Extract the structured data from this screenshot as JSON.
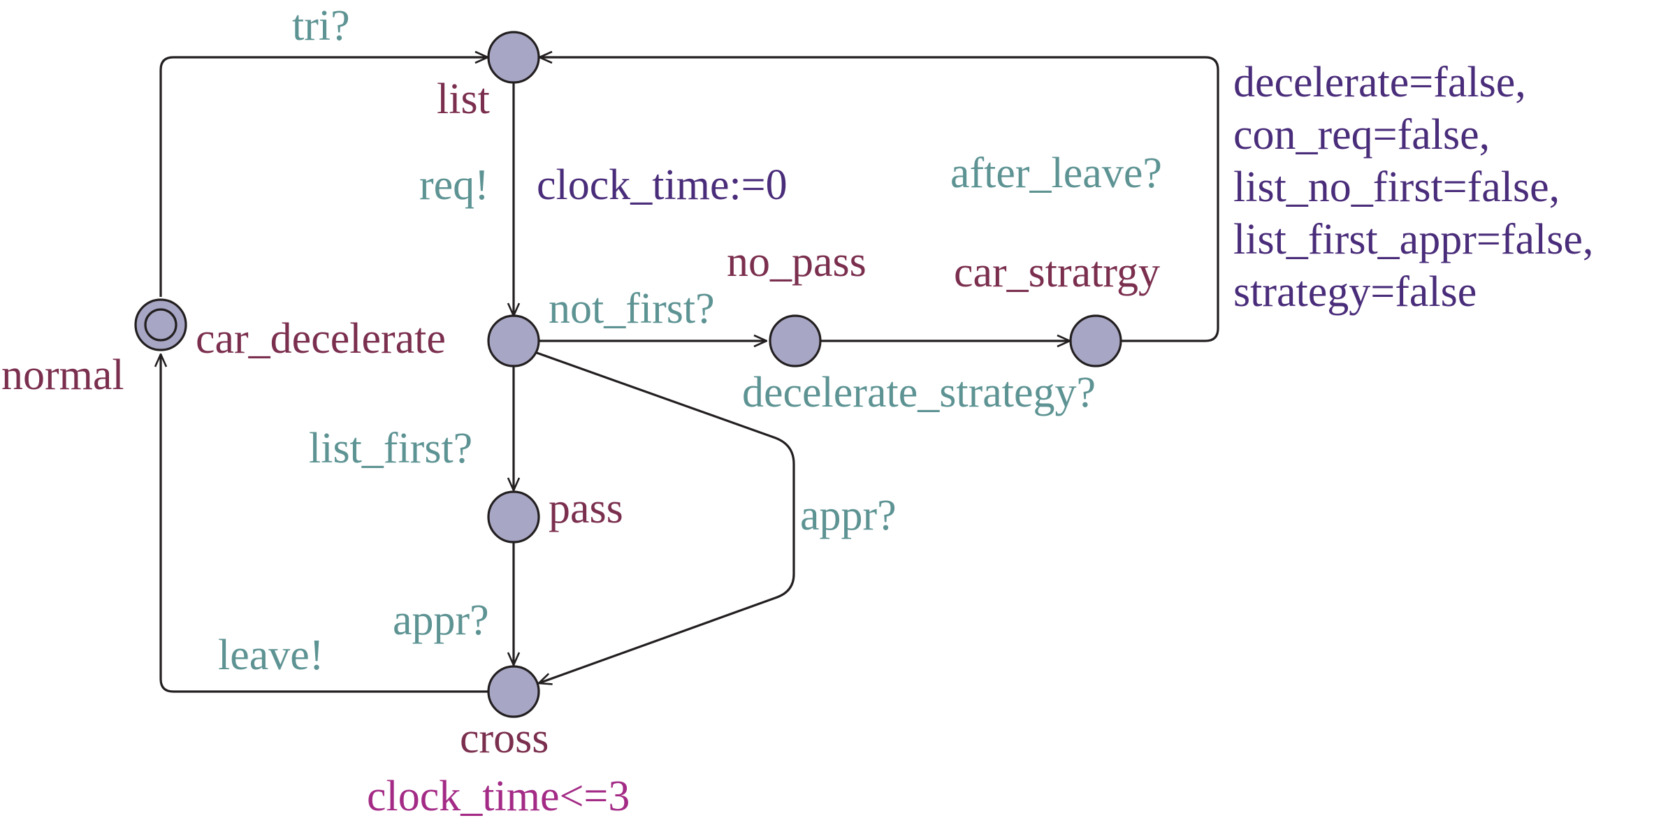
{
  "colors": {
    "background": "#ffffff",
    "node_fill": "#a7a6c4",
    "node_stroke": "#231f20",
    "edge": "#231f20",
    "location_name": "#7b2f4e",
    "synchronisation": "#5e9393",
    "update": "#4a2d7a",
    "invariant": "#a32b86"
  },
  "locations": {
    "list": "list",
    "normal": "normal",
    "car_decelerate": "car_decelerate",
    "no_pass": "no_pass",
    "car_stratrgy": "car_stratrgy",
    "pass": "pass",
    "cross": "cross"
  },
  "invariants": {
    "cross": "clock_time<=3"
  },
  "edges": {
    "normal_to_list": {
      "sync": "tri?"
    },
    "list_to_car_decelerate": {
      "sync": "req!",
      "update": "clock_time:=0"
    },
    "car_decelerate_to_no_pass": {
      "sync": "not_first?"
    },
    "no_pass_to_car_stratrgy": {
      "sync": "decelerate_strategy?"
    },
    "car_stratrgy_to_list": {
      "sync": "after_leave?",
      "updates": [
        "decelerate=false,",
        "con_req=false,",
        "list_no_first=false,",
        "list_first_appr=false,",
        "strategy=false"
      ]
    },
    "car_decelerate_to_pass": {
      "sync": "list_first?"
    },
    "car_decelerate_to_cross": {
      "sync": "appr?"
    },
    "pass_to_cross": {
      "sync": "appr?"
    },
    "cross_to_normal": {
      "sync": "leave!"
    }
  },
  "initial_location": "normal"
}
